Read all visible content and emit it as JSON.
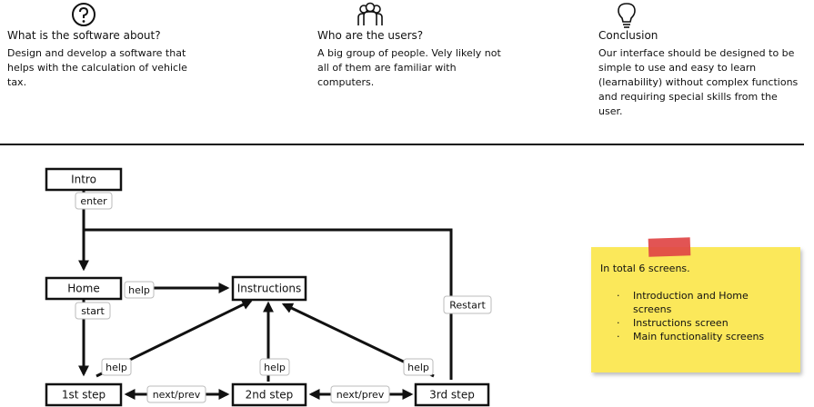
{
  "intro_columns": [
    {
      "icon": "question-mark-icon",
      "heading": "What is the software about?",
      "lines": [
        "Design and develop a software that",
        "helps with the calculation of vehicle",
        "tax."
      ]
    },
    {
      "icon": "users-icon",
      "heading": "Who are the users?",
      "lines": [
        "A big group of people. Vely likely not",
        "all of them are familiar with",
        "computers."
      ]
    },
    {
      "icon": "lightbulb-icon",
      "heading": "Conclusion",
      "lines": [
        "Our interface should be designed to be",
        "simple to use and easy to learn",
        "(learnability) without complex functions",
        "and requiring special skills from the",
        "user."
      ]
    }
  ],
  "flow": {
    "nodes": {
      "intro": "Intro",
      "home": "Home",
      "instructions": "Instructions",
      "step1": "1st step",
      "step2": "2nd step",
      "step3": "3rd step"
    },
    "edge_labels": {
      "enter": "enter",
      "help_home": "help",
      "start": "start",
      "restart": "Restart",
      "help_step1": "help",
      "help_step2": "help",
      "help_step3": "help",
      "nextprev_1_2": "next/prev",
      "nextprev_2_3": "next/prev"
    }
  },
  "note": {
    "title": "In total 6 screens.",
    "bullet": "·",
    "items": [
      "Introduction and Home screens",
      "Instructions screen",
      "Main functionality screens"
    ],
    "colors": {
      "paper": "#fbe85a",
      "tape": "#e04545"
    }
  }
}
